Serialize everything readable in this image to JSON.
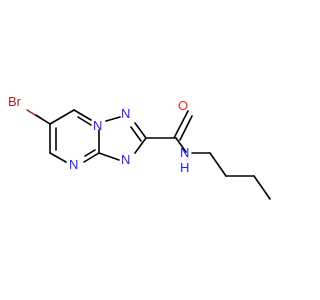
{
  "molecule": {
    "atoms": {
      "bromine": {
        "symbol": "Br",
        "color": "#a52a2a"
      },
      "n_pyrimidine_bridge": {
        "symbol": "N",
        "color": "#1f1fff"
      },
      "n_triazole_upper": {
        "symbol": "N",
        "color": "#1f1fff"
      },
      "n_triazole_lower": {
        "symbol": "N",
        "color": "#1f1fff"
      },
      "n_pyrimidine_lower": {
        "symbol": "N",
        "color": "#1f1fff"
      },
      "oxygen": {
        "symbol": "O",
        "color": "#ff1f1f"
      },
      "amide_nitrogen": {
        "symbol": "N",
        "color": "#1f1fff"
      },
      "amide_hydrogen": {
        "symbol": "H",
        "color": "#1f1fff"
      }
    },
    "bond_color": "#000000"
  }
}
